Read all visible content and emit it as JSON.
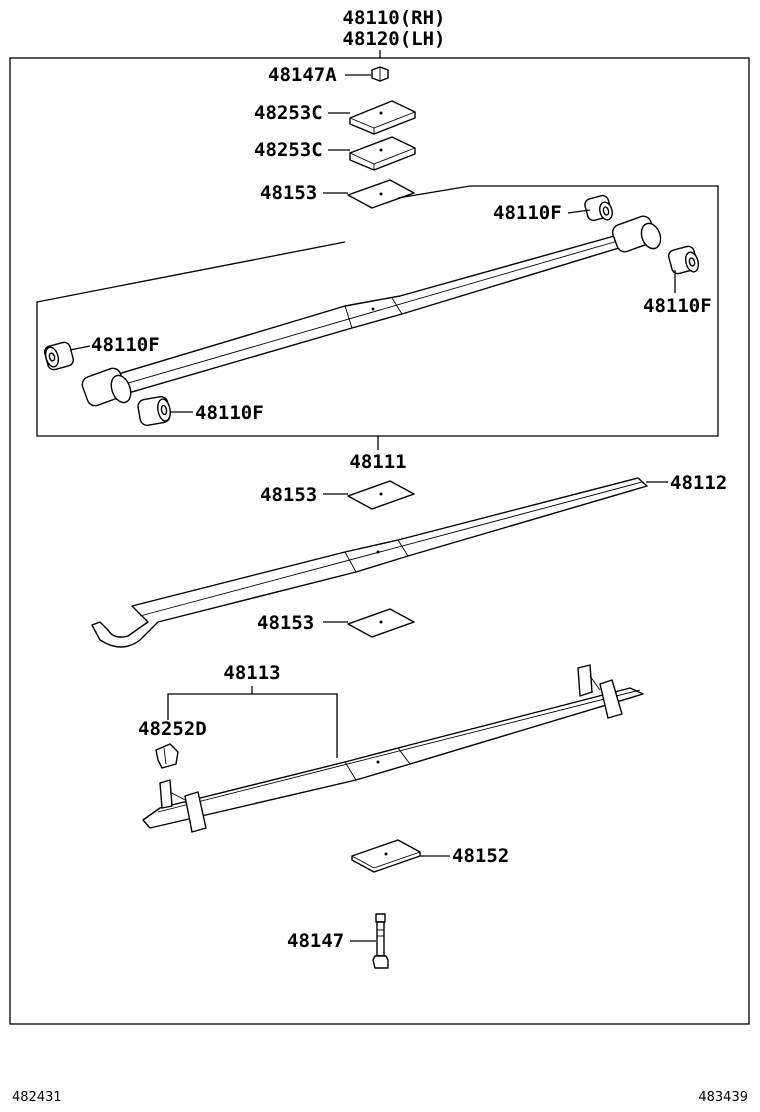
{
  "header": {
    "part_rh": "48110(RH)",
    "part_lh": "48120(LH)"
  },
  "labels": {
    "nut": "48147A",
    "spacer_1": "48253C",
    "spacer_2": "48253C",
    "pad_1": "48153",
    "bushing_upper_right_front": "48110F",
    "bushing_upper_right_rear": "48110F",
    "bushing_left_outer": "48110F",
    "bushing_left_inner": "48110F",
    "main_leaf": "48111",
    "pad_2": "48153",
    "second_leaf": "48112",
    "pad_3": "48153",
    "third_leaf": "48113",
    "clip": "48252D",
    "plate": "48152",
    "center_bolt": "48147"
  },
  "footer": {
    "left_code": "482431",
    "right_code": "483439"
  }
}
